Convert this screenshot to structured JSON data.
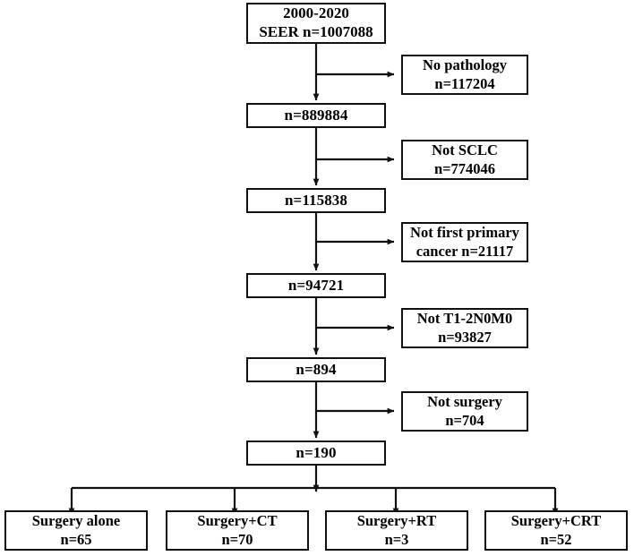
{
  "diagram": {
    "title": "SEER cohort selection flow diagram",
    "type": "flowchart",
    "line_color": "#111111",
    "background": "#ffffff"
  },
  "nodes": {
    "source": {
      "line1": "2000-2020",
      "line2": "SEER n=1007088"
    },
    "step1": {
      "label": "n=889884"
    },
    "step2": {
      "label": "n=115838"
    },
    "step3": {
      "label": "n=94721"
    },
    "step4": {
      "label": "n=894"
    },
    "step5": {
      "label": "n=190"
    }
  },
  "exclusions": [
    {
      "reason": "No pathology",
      "count": "n=117204"
    },
    {
      "reason": "Not SCLC",
      "count": "n=774046"
    },
    {
      "reason": "Not first primary",
      "count": "cancer n=21117"
    },
    {
      "reason": "Not T1-2N0M0",
      "count": "n=93827"
    },
    {
      "reason": "Not surgery",
      "count": "n=704"
    }
  ],
  "groups": [
    {
      "label": "Surgery alone",
      "count": "n=65"
    },
    {
      "label": "Surgery+CT",
      "count": "n=70"
    },
    {
      "label": "Surgery+RT",
      "count": "n=3"
    },
    {
      "label": "Surgery+CRT",
      "count": "n=52"
    }
  ]
}
